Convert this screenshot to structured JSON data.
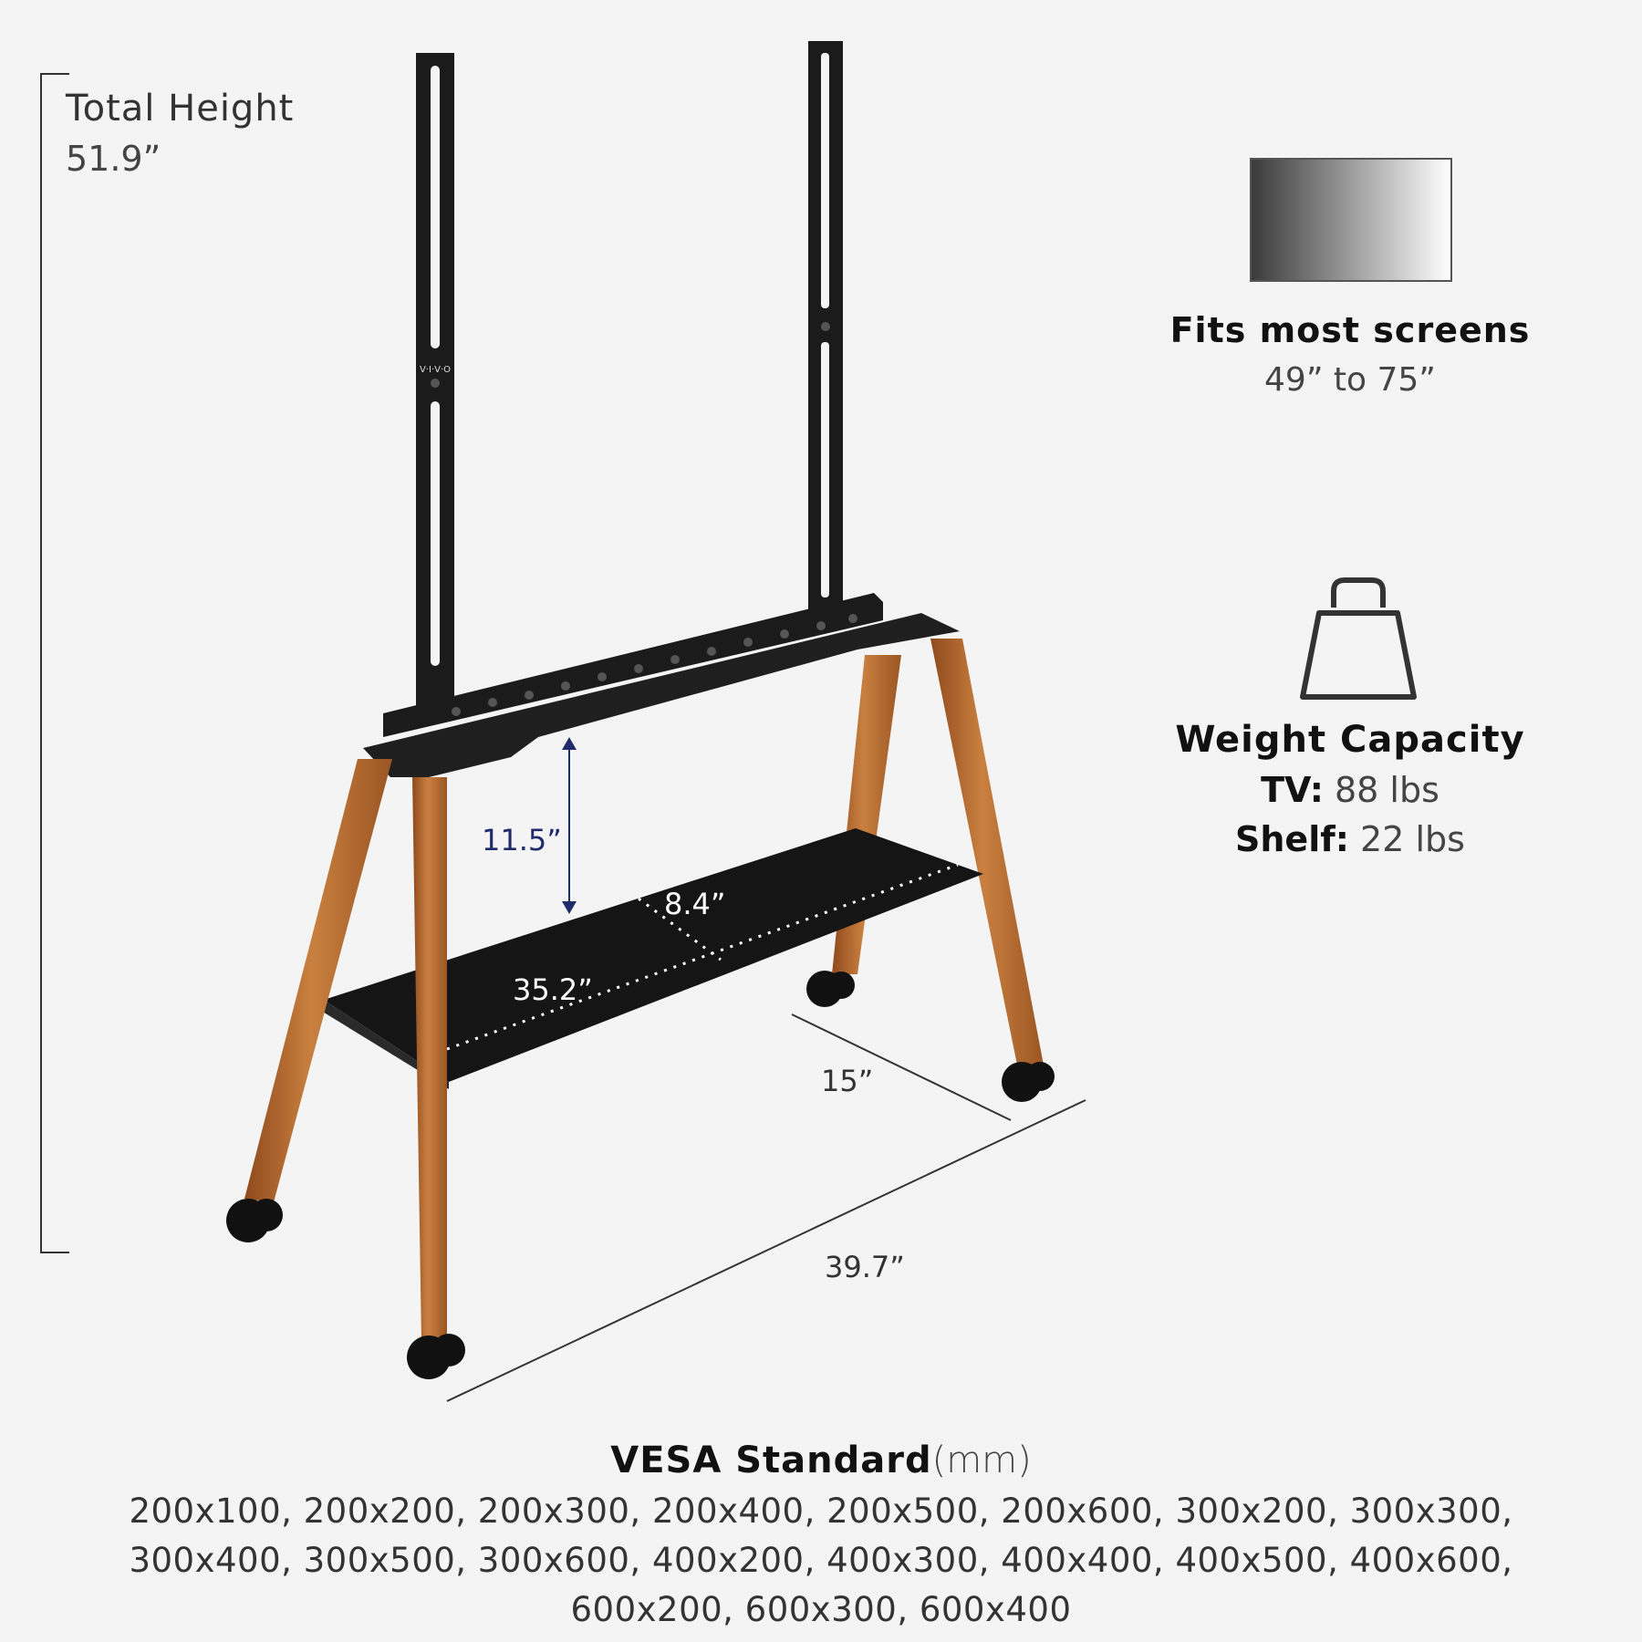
{
  "total_height": {
    "label": "Total Height",
    "value": "51.9”"
  },
  "screens": {
    "title": "Fits most screens",
    "range": "49” to 75”"
  },
  "weight": {
    "title": "Weight Capacity",
    "tv_label": "TV:",
    "tv_value": " 88 lbs",
    "shelf_label": "Shelf:",
    "shelf_value": " 22 lbs"
  },
  "dimensions": {
    "clearance": "11.5”",
    "shelf_depth": "8.4”",
    "shelf_width": "35.2”",
    "base_depth": "15”",
    "base_width": "39.7”"
  },
  "vesa": {
    "title": "VESA Standard",
    "unit": "(mm)",
    "sizes": "200x100, 200x200, 200x300, 200x400, 200x500, 200x600, 300x200, 300x300, 300x400, 300x500, 300x600, 400x200, 400x300, 400x400, 400x500, 400x600, 600x200, 600x300, 600x400"
  },
  "brand_mark": "V·I·V·O",
  "colors": {
    "wood": "#b8682f",
    "metal": "#1b1b1b",
    "background": "#f4f4f4",
    "clearance_arrow": "#1f2b6a"
  }
}
